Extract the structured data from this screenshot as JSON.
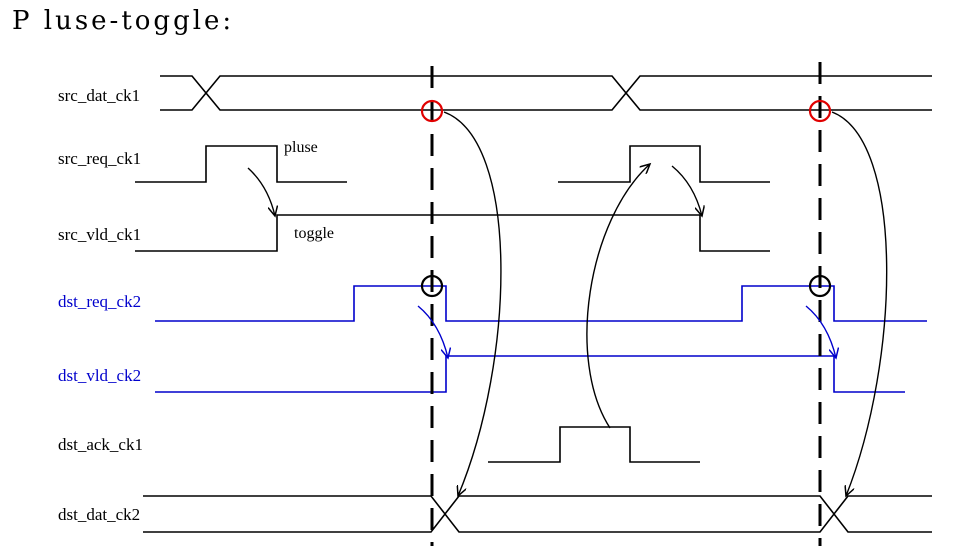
{
  "title": "P luse-toggle:",
  "colors": {
    "black": "#000000",
    "blue": "#0000cc",
    "red": "#e00000"
  },
  "signals": [
    {
      "label": "src_dat_ck1",
      "color": "#000000"
    },
    {
      "label": "src_req_ck1",
      "color": "#000000"
    },
    {
      "label": "src_vld_ck1",
      "color": "#000000"
    },
    {
      "label": "dst_req_ck2",
      "color": "#0000cc"
    },
    {
      "label": "dst_vld_ck2",
      "color": "#0000cc"
    },
    {
      "label": "dst_ack_ck1",
      "color": "#000000"
    },
    {
      "label": "dst_dat_ck2",
      "color": "#000000"
    }
  ],
  "annotations": {
    "pulse": "pluse",
    "toggle": "toggle"
  }
}
